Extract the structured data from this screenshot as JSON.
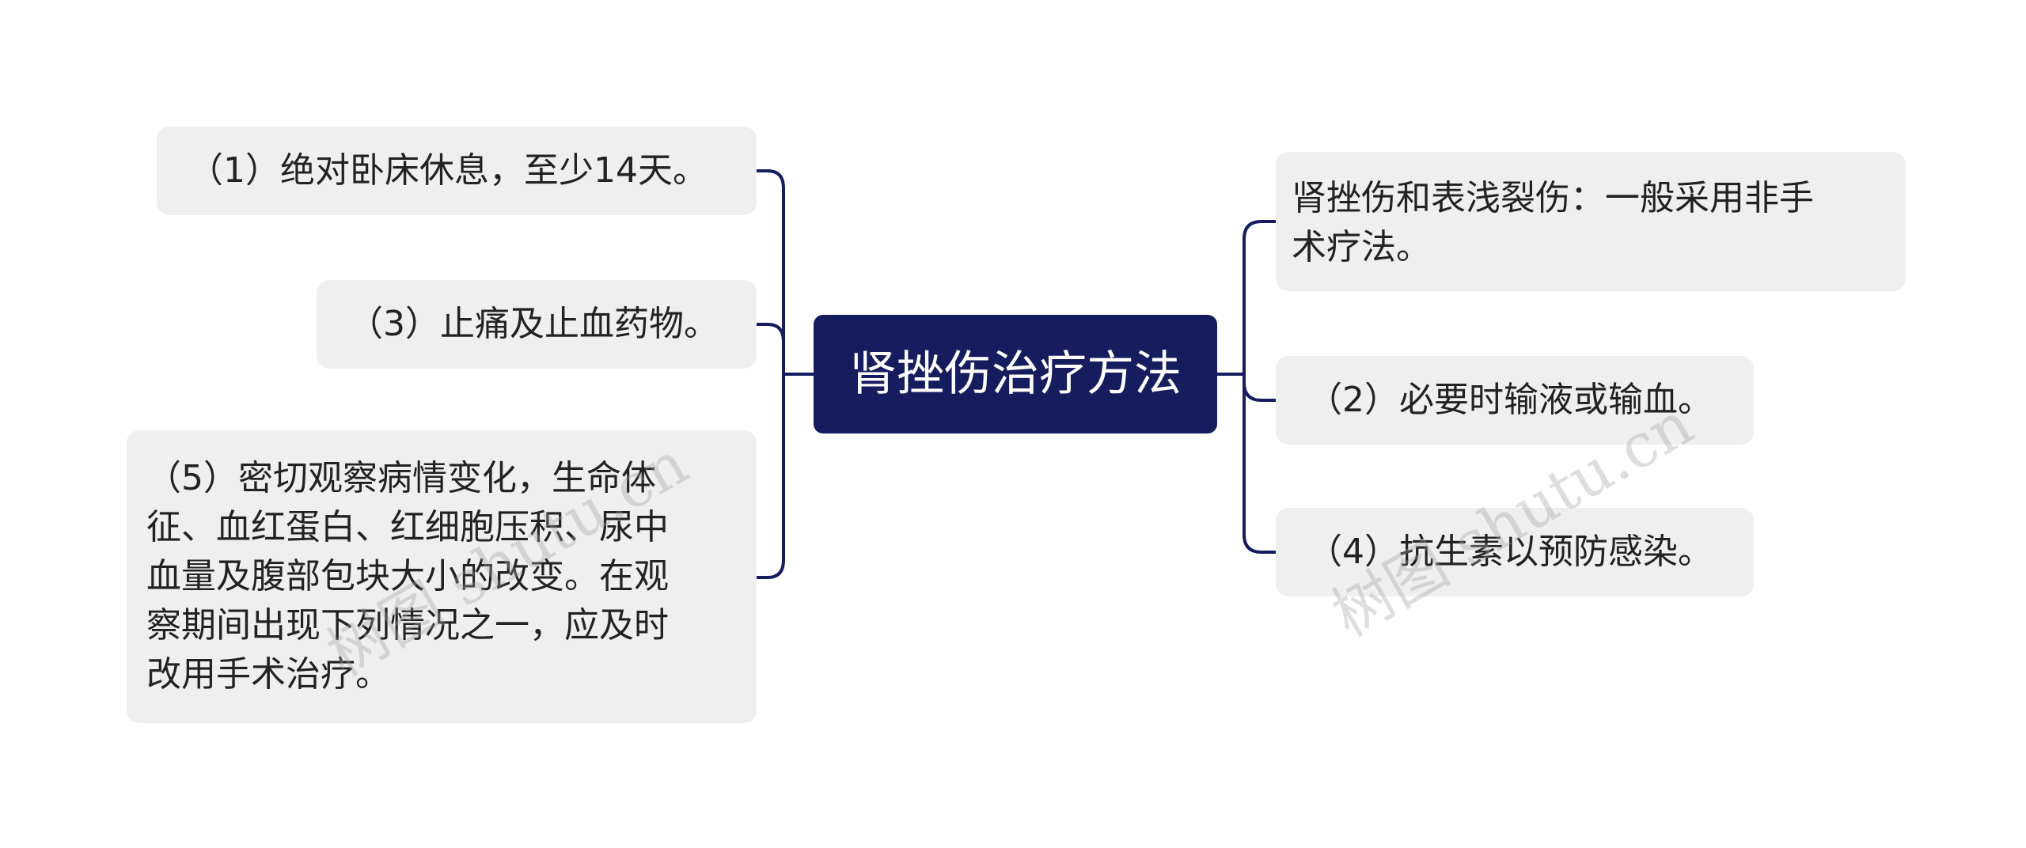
{
  "root": {
    "label": "肾挫伤治疗方法"
  },
  "left_branches": [
    {
      "lines": [
        "（1）绝对卧床休息，至少14天。"
      ]
    },
    {
      "lines": [
        "（3）止痛及止血药物。"
      ]
    },
    {
      "lines": [
        "（5）密切观察病情变化，生命体",
        "征、血红蛋白、红细胞压积、尿中",
        "血量及腹部包块大小的改变。在观",
        "察期间出现下列情况之一，应及时",
        "改用手术治疗。"
      ]
    }
  ],
  "right_branches": [
    {
      "lines": [
        "肾挫伤和表浅裂伤：一般采用非手",
        "术疗法。"
      ]
    },
    {
      "lines": [
        "（2）必要时输液或输血。"
      ]
    },
    {
      "lines": [
        "（4）抗生素以预防感染。"
      ]
    }
  ],
  "watermark": "树图 shutu.cn",
  "colors": {
    "root_bg": "#161d5e",
    "node_bg": "#efefef",
    "connector": "#161d5e"
  }
}
